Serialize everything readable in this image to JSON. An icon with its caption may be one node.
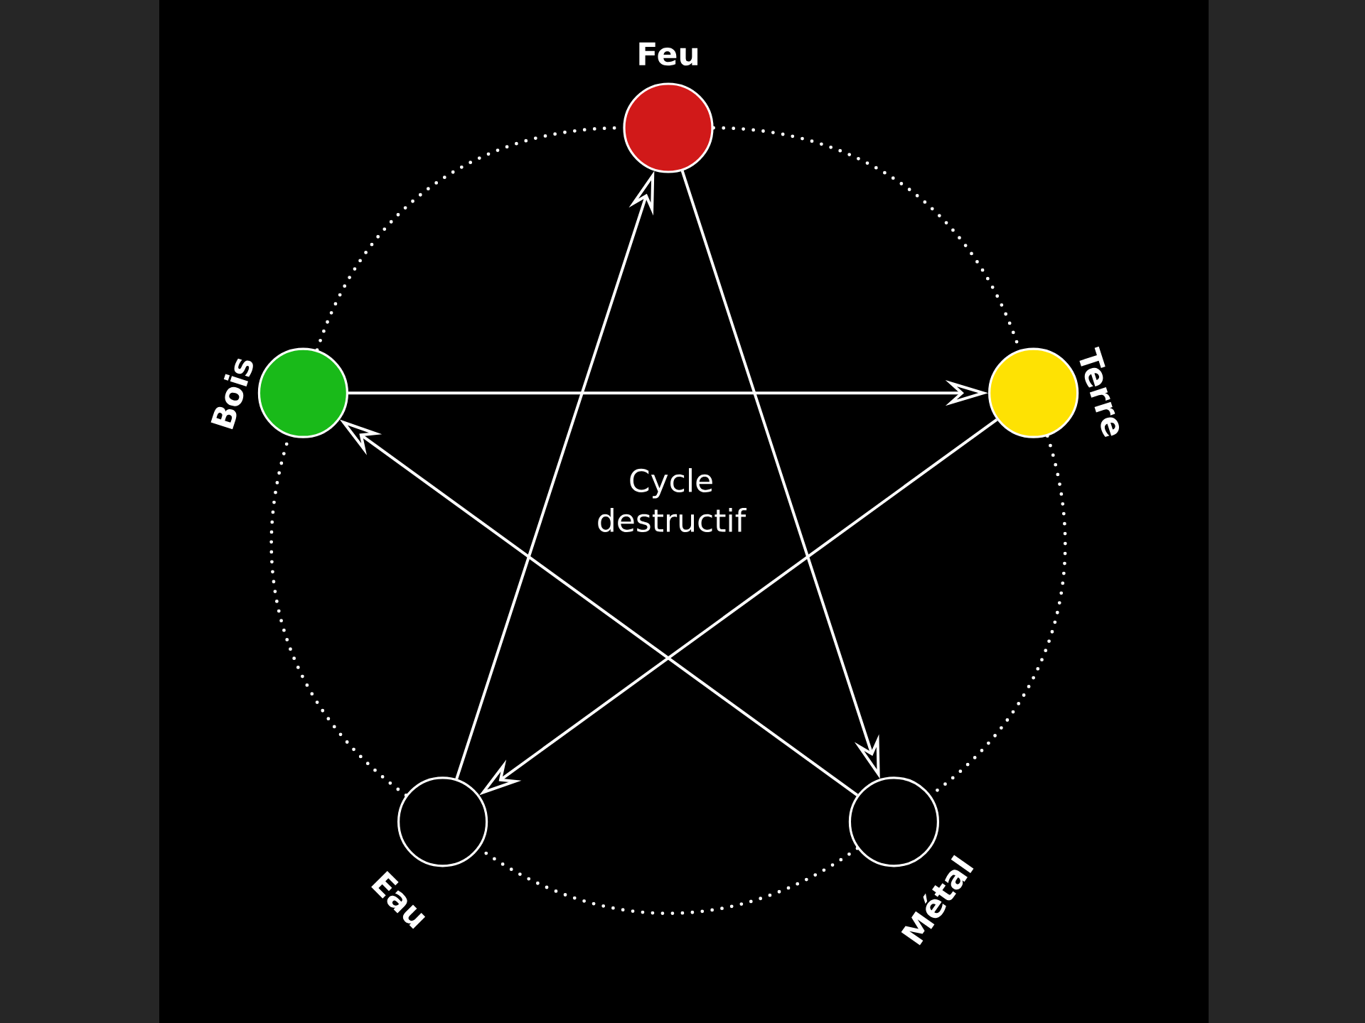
{
  "diagram": {
    "nodes": [
      {
        "text": [],
        "shape": "circle",
        "beside": [
          "Feu"
        ]
      },
      {
        "text": [],
        "shape": "circle",
        "beside": [
          "Terre"
        ]
      },
      {
        "text": [],
        "shape": "circle",
        "beside": [
          "Métal"
        ]
      },
      {
        "text": [],
        "shape": "circle",
        "beside": [
          "Eau"
        ]
      },
      {
        "text": [],
        "shape": "circle",
        "beside": [
          "Bois"
        ]
      }
    ],
    "edges": [
      {
        "from": 4,
        "to": 1,
        "arrow": "to"
      },
      {
        "from": 1,
        "to": 3,
        "arrow": "to"
      },
      {
        "from": 3,
        "to": 0,
        "arrow": "to"
      },
      {
        "from": 0,
        "to": 2,
        "arrow": "to"
      },
      {
        "from": 2,
        "to": 4,
        "arrow": "to"
      },
      {
        "from": 0,
        "to": 1,
        "arrow": "none",
        "style": "dashed"
      },
      {
        "from": 1,
        "to": 2,
        "arrow": "none",
        "style": "dashed"
      },
      {
        "from": 2,
        "to": 3,
        "arrow": "none",
        "style": "dashed"
      },
      {
        "from": 3,
        "to": 4,
        "arrow": "none",
        "style": "dashed"
      },
      {
        "from": 4,
        "to": 0,
        "arrow": "none",
        "style": "dashed"
      }
    ],
    "labels": [
      "Cycle destructif"
    ]
  }
}
